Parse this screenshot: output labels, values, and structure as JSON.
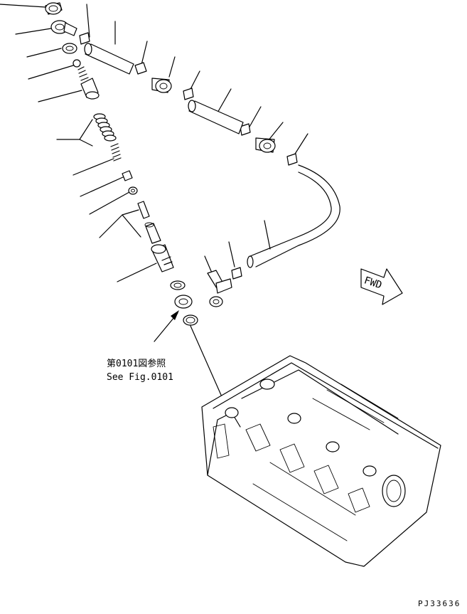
{
  "reference": {
    "japanese": "第0101図参照",
    "english": "See Fig.0101"
  },
  "fwd_label": "FWD",
  "figure_id": "PJ33636",
  "icons": [
    "fwd-arrow-icon"
  ]
}
